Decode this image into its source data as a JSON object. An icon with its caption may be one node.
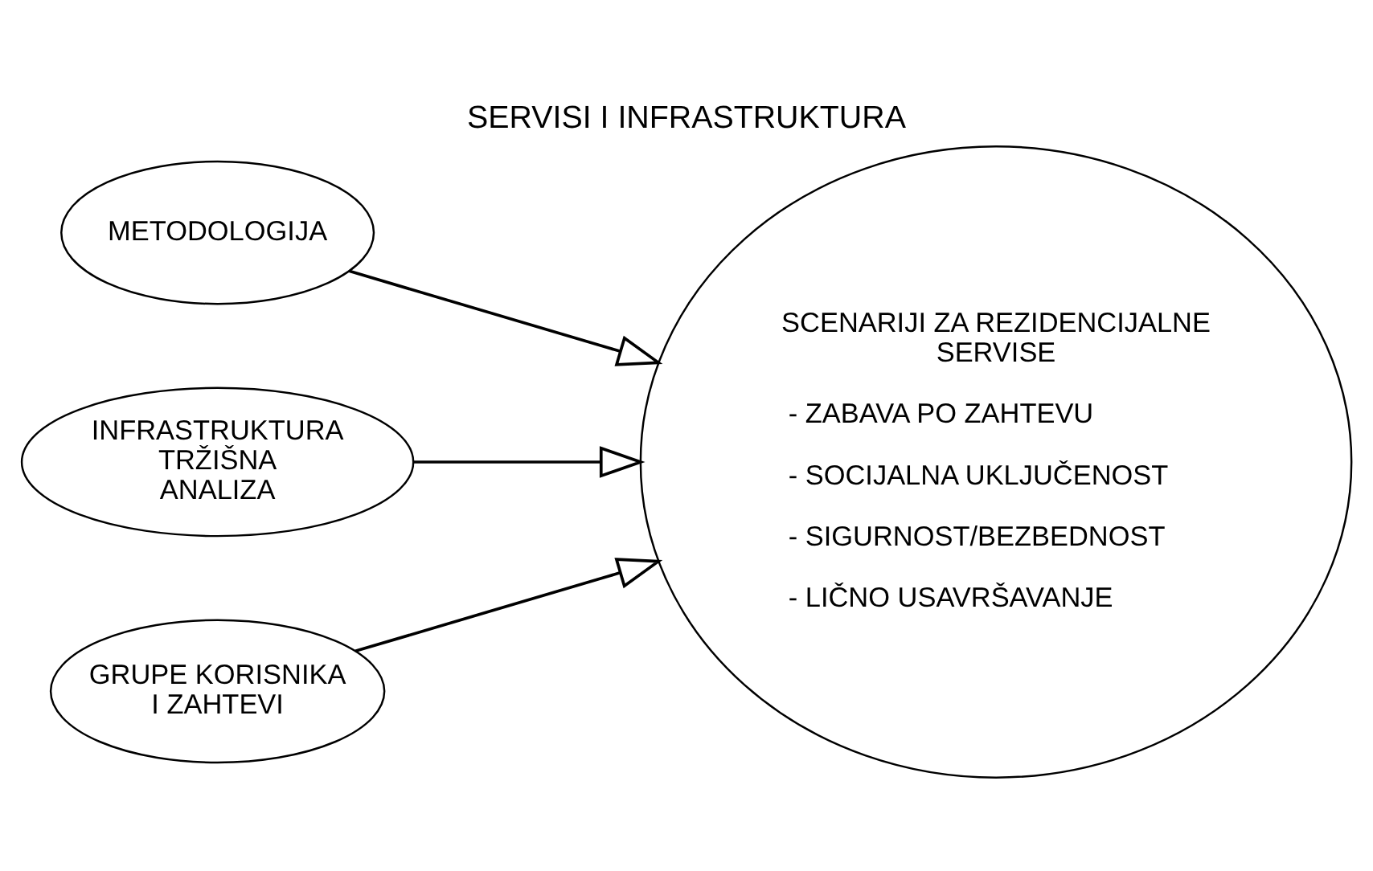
{
  "diagram": {
    "title": "SERVISI I INFRASTRUKTURA",
    "nodes": [
      {
        "text": [
          "METODOLOGIJA"
        ]
      },
      {
        "text": [
          "INFRASTRUKTURA TRŽIŠNA ANALIZA"
        ]
      },
      {
        "text": [
          "GRUPE KORISNIKA I ZAHTEVI"
        ]
      },
      {
        "text": [
          "SCENARIJI ZA REZIDENCIJALNE SERVISE",
          "- ZABAVA PO ZAHTEVU",
          "- SOCIJALNA UKLJUČENOST",
          "- SIGURNOST/BEZBEDNOST",
          "- LIČNO USAVRŠAVANJE"
        ]
      }
    ],
    "edges": [
      {
        "from": 0,
        "to": 3,
        "arrow": "to"
      },
      {
        "from": 1,
        "to": 3,
        "arrow": "to"
      },
      {
        "from": 2,
        "to": 3,
        "arrow": "to"
      }
    ]
  }
}
